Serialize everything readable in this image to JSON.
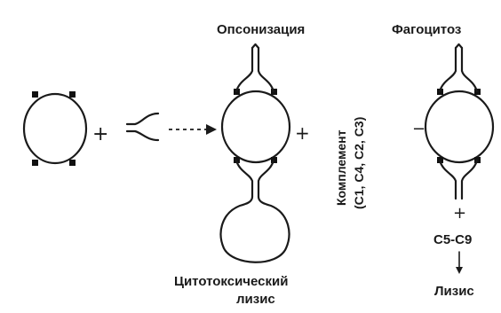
{
  "labels": {
    "opsonization": "Опсонизация",
    "phagocytosis": "Фагоцитоз",
    "complement_line1": "Комплемент",
    "complement_line2": "(C1, C4, C2, C3)",
    "cytotoxic_line1": "Цитотоксический",
    "cytotoxic_line2": "лизис",
    "c5c9": "C5-C9",
    "lysis": "Лизис"
  },
  "symbols": {
    "plus": "+",
    "minus": "−",
    "down_arrow": "↓"
  },
  "colors": {
    "ink": "#1a1a1a",
    "background": "#ffffff"
  }
}
